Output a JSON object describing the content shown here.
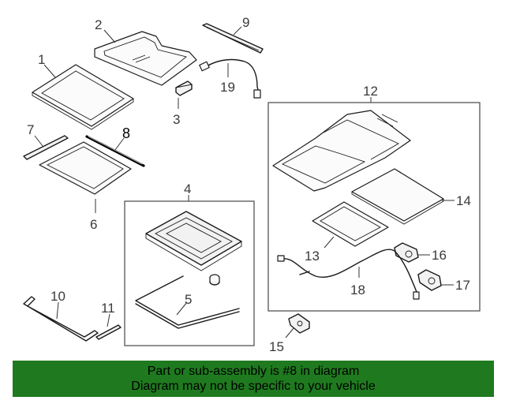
{
  "diagram": {
    "callouts": {
      "c1": "1",
      "c2": "2",
      "c3": "3",
      "c4": "4",
      "c5": "5",
      "c6": "6",
      "c7": "7",
      "c8": "8",
      "c9": "9",
      "c10": "10",
      "c11": "11",
      "c12": "12",
      "c13": "13",
      "c14": "14",
      "c15": "15",
      "c16": "16",
      "c17": "17",
      "c18": "18",
      "c19": "19"
    },
    "highlighted_part": "8"
  },
  "banner": {
    "line1": "Part or sub-assembly is #8 in diagram",
    "line2": "Diagram may not be specific to your vehicle",
    "background": "#1f7a1f"
  }
}
